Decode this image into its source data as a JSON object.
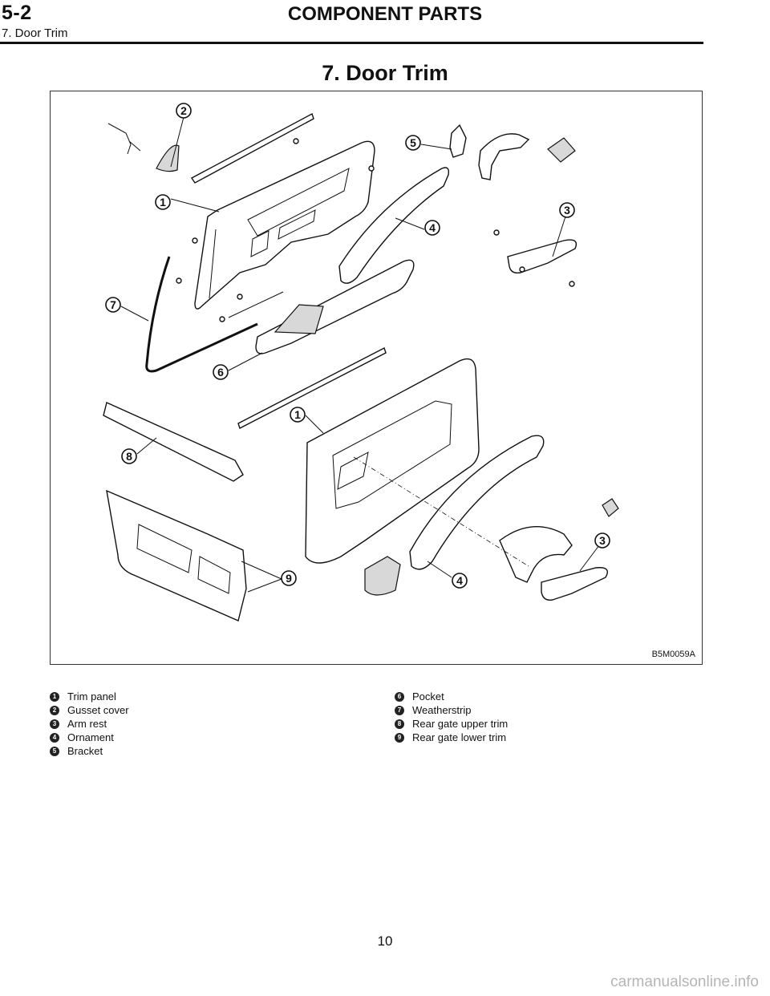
{
  "header": {
    "section_code": "5-2",
    "section_title": "COMPONENT PARTS",
    "subsection": "7. Door Trim"
  },
  "page_heading": "7.  Door Trim",
  "figure": {
    "code": "B5M0059A",
    "callouts": [
      "1",
      "2",
      "3",
      "4",
      "5",
      "6",
      "7",
      "8",
      "9"
    ]
  },
  "legend": [
    {
      "num": "1",
      "label": "Trim panel"
    },
    {
      "num": "2",
      "label": "Gusset cover"
    },
    {
      "num": "3",
      "label": "Arm rest"
    },
    {
      "num": "4",
      "label": "Ornament"
    },
    {
      "num": "5",
      "label": "Bracket"
    },
    {
      "num": "6",
      "label": "Pocket"
    },
    {
      "num": "7",
      "label": "Weatherstrip"
    },
    {
      "num": "8",
      "label": "Rear gate upper trim"
    },
    {
      "num": "9",
      "label": "Rear gate lower trim"
    }
  ],
  "page_number": "10",
  "watermark": "carmanualsonline.info"
}
